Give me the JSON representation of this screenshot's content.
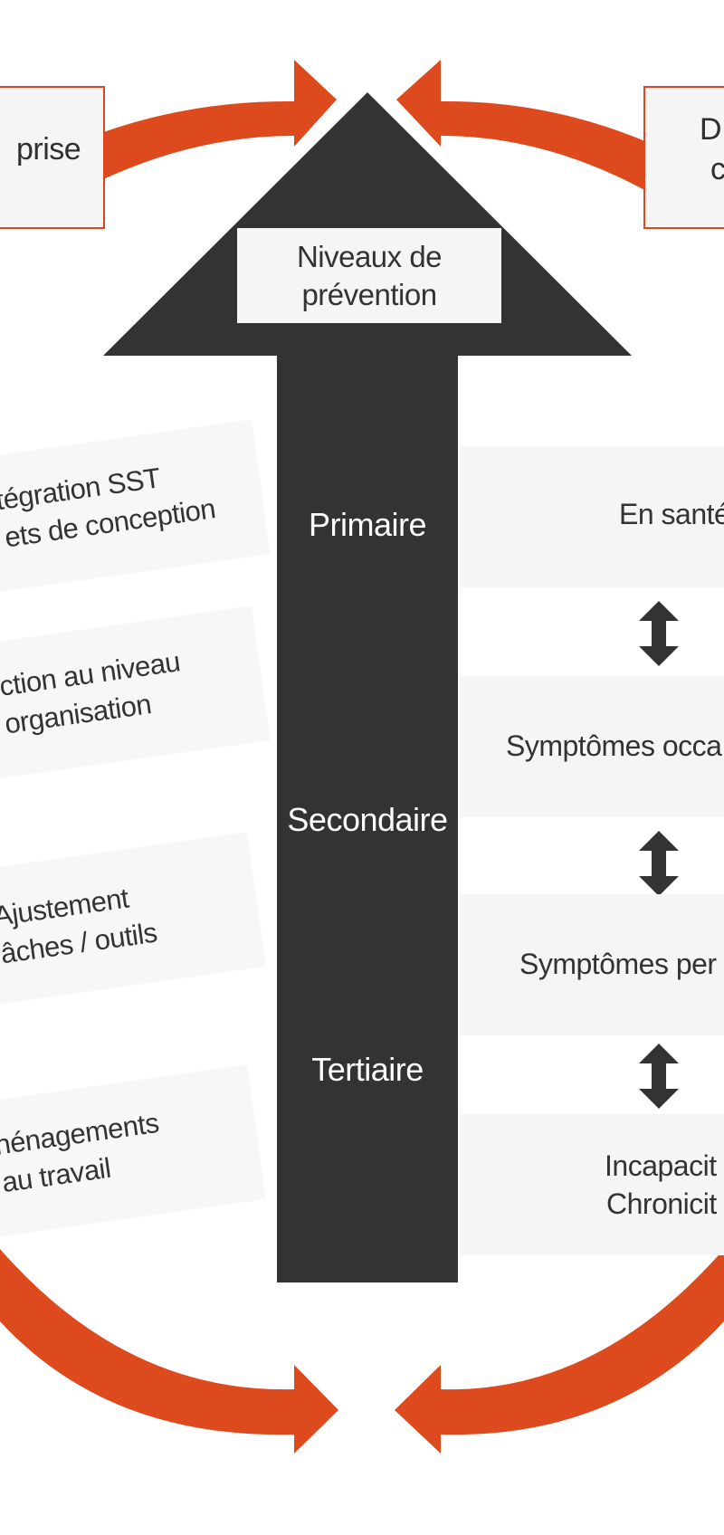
{
  "top_left_box": {
    "text": "prise"
  },
  "top_right_box": {
    "line1": "D",
    "line2": "c"
  },
  "arrow_title": {
    "line1": "Niveaux de",
    "line2": "prévention"
  },
  "levels": [
    "Primaire",
    "Secondaire",
    "Tertiaire"
  ],
  "states": [
    {
      "line1": "En santé",
      "line2": ""
    },
    {
      "line1": "Symptômes occa",
      "line2": ""
    },
    {
      "line1": "Symptômes per",
      "line2": ""
    },
    {
      "line1": "Incapacit",
      "line2": "Chronicit"
    }
  ],
  "actions": [
    {
      "line1": "tégration SST",
      "line2": "ets de conception"
    },
    {
      "line1": "ction au niveau",
      "line2": "organisation"
    },
    {
      "line1": "Ajustement",
      "line2": "âches / outils"
    },
    {
      "line1": "nénagements",
      "line2": "au travail"
    }
  ],
  "colors": {
    "arrow": "#333333",
    "accent": "#dd4a1e",
    "box_bg": "#f5f5f5",
    "text": "#333333"
  },
  "icons": [
    "double-arrow-icon",
    "double-arrow-icon",
    "double-arrow-icon"
  ]
}
